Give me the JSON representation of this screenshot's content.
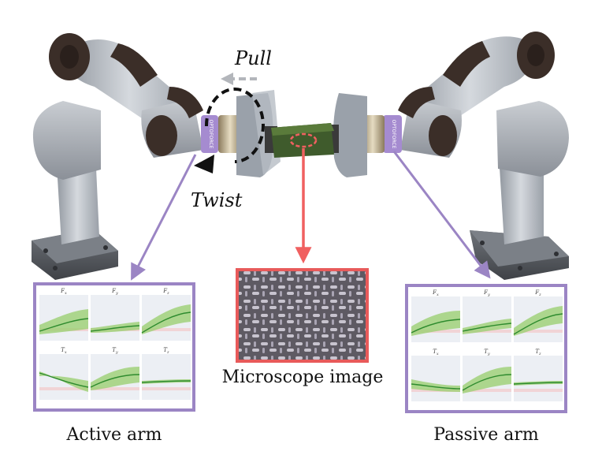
{
  "labels": {
    "pull": "Pull",
    "twist": "Twist",
    "microscope": "Microscope image",
    "active_arm": "Active arm",
    "passive_arm": "Passive arm"
  },
  "sensor_brand": "OPTOFORCE",
  "active_panel": {
    "subplots": [
      {
        "title": "F",
        "sub": "x"
      },
      {
        "title": "F",
        "sub": "y"
      },
      {
        "title": "F",
        "sub": "z"
      },
      {
        "title": "T",
        "sub": "x"
      },
      {
        "title": "T",
        "sub": "y"
      },
      {
        "title": "T",
        "sub": "z"
      }
    ]
  },
  "passive_panel": {
    "subplots": [
      {
        "title": "F",
        "sub": "x"
      },
      {
        "title": "F",
        "sub": "y"
      },
      {
        "title": "F",
        "sub": "z"
      },
      {
        "title": "T",
        "sub": "x"
      },
      {
        "title": "T",
        "sub": "y"
      },
      {
        "title": "T",
        "sub": "z"
      }
    ]
  },
  "colors": {
    "panel_border": "#9b85c4",
    "arrow_purple": "#9b85c4",
    "microscope_border": "#e85a5a",
    "arrow_red": "#f06060",
    "plot_green": "#2e8b2e",
    "plot_band": "#9ccf73",
    "plot_bg": "#eceff4"
  }
}
